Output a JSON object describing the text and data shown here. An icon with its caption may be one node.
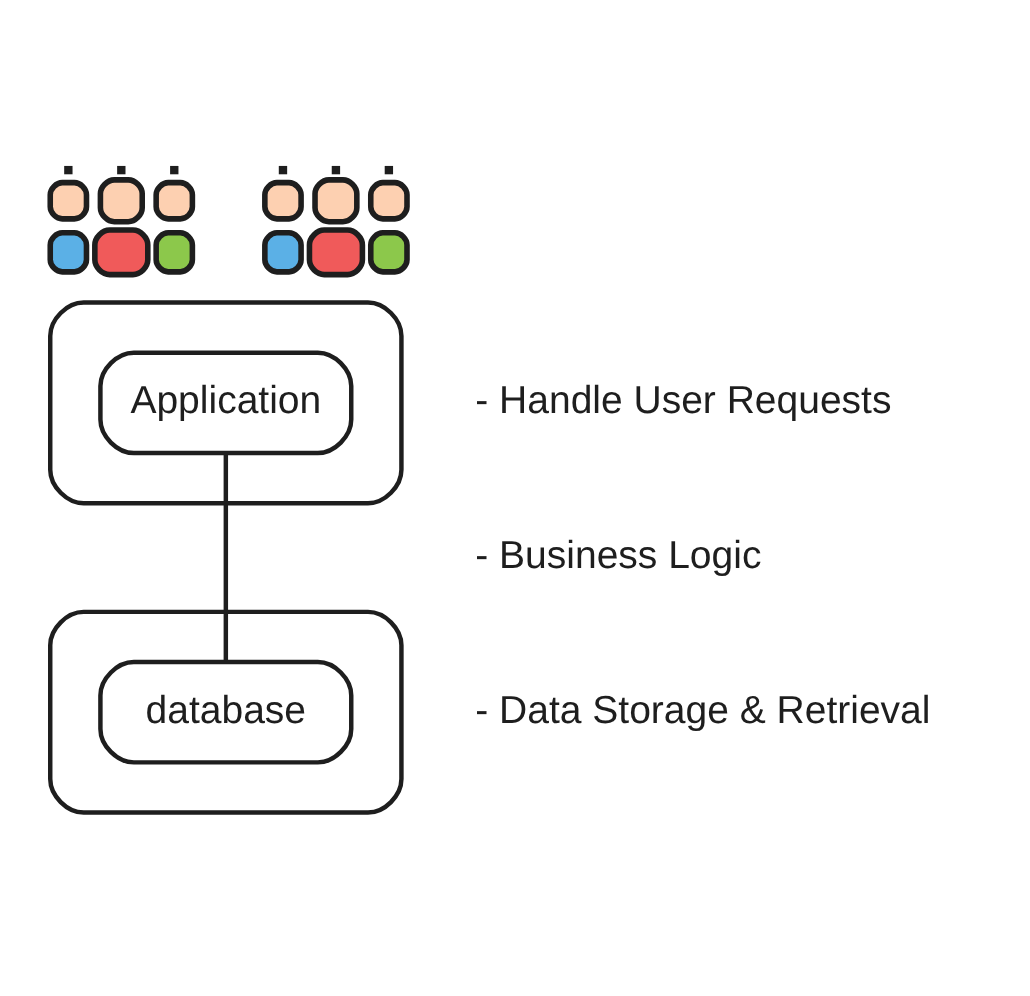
{
  "diagram": {
    "nodes": [
      {
        "text": [],
        "shape": "person"
      },
      {
        "text": [],
        "shape": "person"
      },
      {
        "text": [],
        "shape": "box"
      },
      {
        "text": [
          "Application"
        ],
        "in": 2
      },
      {
        "text": [],
        "shape": "box"
      },
      {
        "text": [
          "database"
        ],
        "in": 4
      }
    ],
    "edges": [
      {
        "from": 3,
        "to": 5,
        "arrow": "none"
      }
    ],
    "labels": [
      "- Handle User Requests",
      "- Business Logic",
      "- Data Storage & Retrieval"
    ]
  }
}
